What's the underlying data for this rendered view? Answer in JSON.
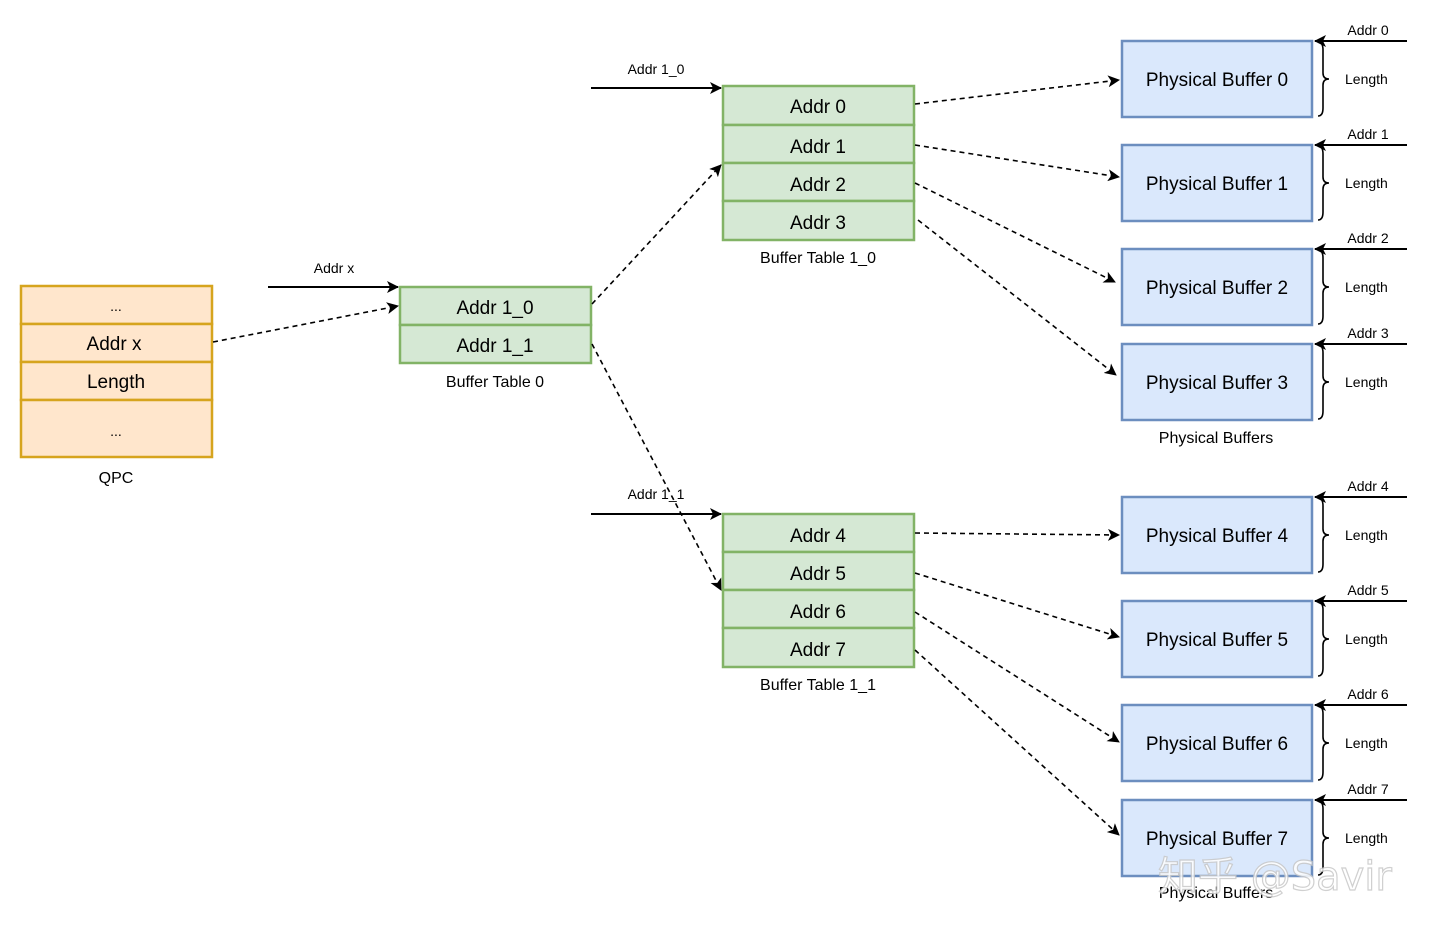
{
  "qpc": {
    "rows": [
      "...",
      "Addr x",
      "Length",
      "..."
    ],
    "caption": "QPC",
    "fill": "#ffe6cc",
    "stroke": "#d6a41e"
  },
  "buffer_table_0": {
    "rows": [
      "Addr 1_0",
      "Addr 1_1"
    ],
    "caption": "Buffer Table 0",
    "input_label": "Addr x"
  },
  "buffer_table_1_0": {
    "rows": [
      "Addr 0",
      "Addr 1",
      "Addr 2",
      "Addr 3"
    ],
    "caption": "Buffer Table 1_0",
    "input_label": "Addr 1_0"
  },
  "buffer_table_1_1": {
    "rows": [
      "Addr 4",
      "Addr 5",
      "Addr 6",
      "Addr 7"
    ],
    "caption": "Buffer Table 1_1",
    "input_label": "Addr 1_1"
  },
  "table_style": {
    "fill": "#d5e8d4",
    "stroke": "#82b366"
  },
  "physical_buffers": {
    "fill": "#dae8fc",
    "stroke": "#6c8ebf",
    "length_label": "Length",
    "items": [
      {
        "label": "Physical Buffer 0",
        "addr": "Addr 0"
      },
      {
        "label": "Physical Buffer 1",
        "addr": "Addr 1"
      },
      {
        "label": "Physical Buffer 2",
        "addr": "Addr 2"
      },
      {
        "label": "Physical Buffer 3",
        "addr": "Addr 3"
      },
      {
        "label": "Physical Buffer 4",
        "addr": "Addr 4"
      },
      {
        "label": "Physical Buffer 5",
        "addr": "Addr 5"
      },
      {
        "label": "Physical Buffer 6",
        "addr": "Addr 6"
      },
      {
        "label": "Physical Buffer 7",
        "addr": "Addr 7"
      }
    ],
    "group_captions": [
      "Physical Buffers",
      "Physical Buffers"
    ]
  },
  "watermark": "知乎 @Savir"
}
